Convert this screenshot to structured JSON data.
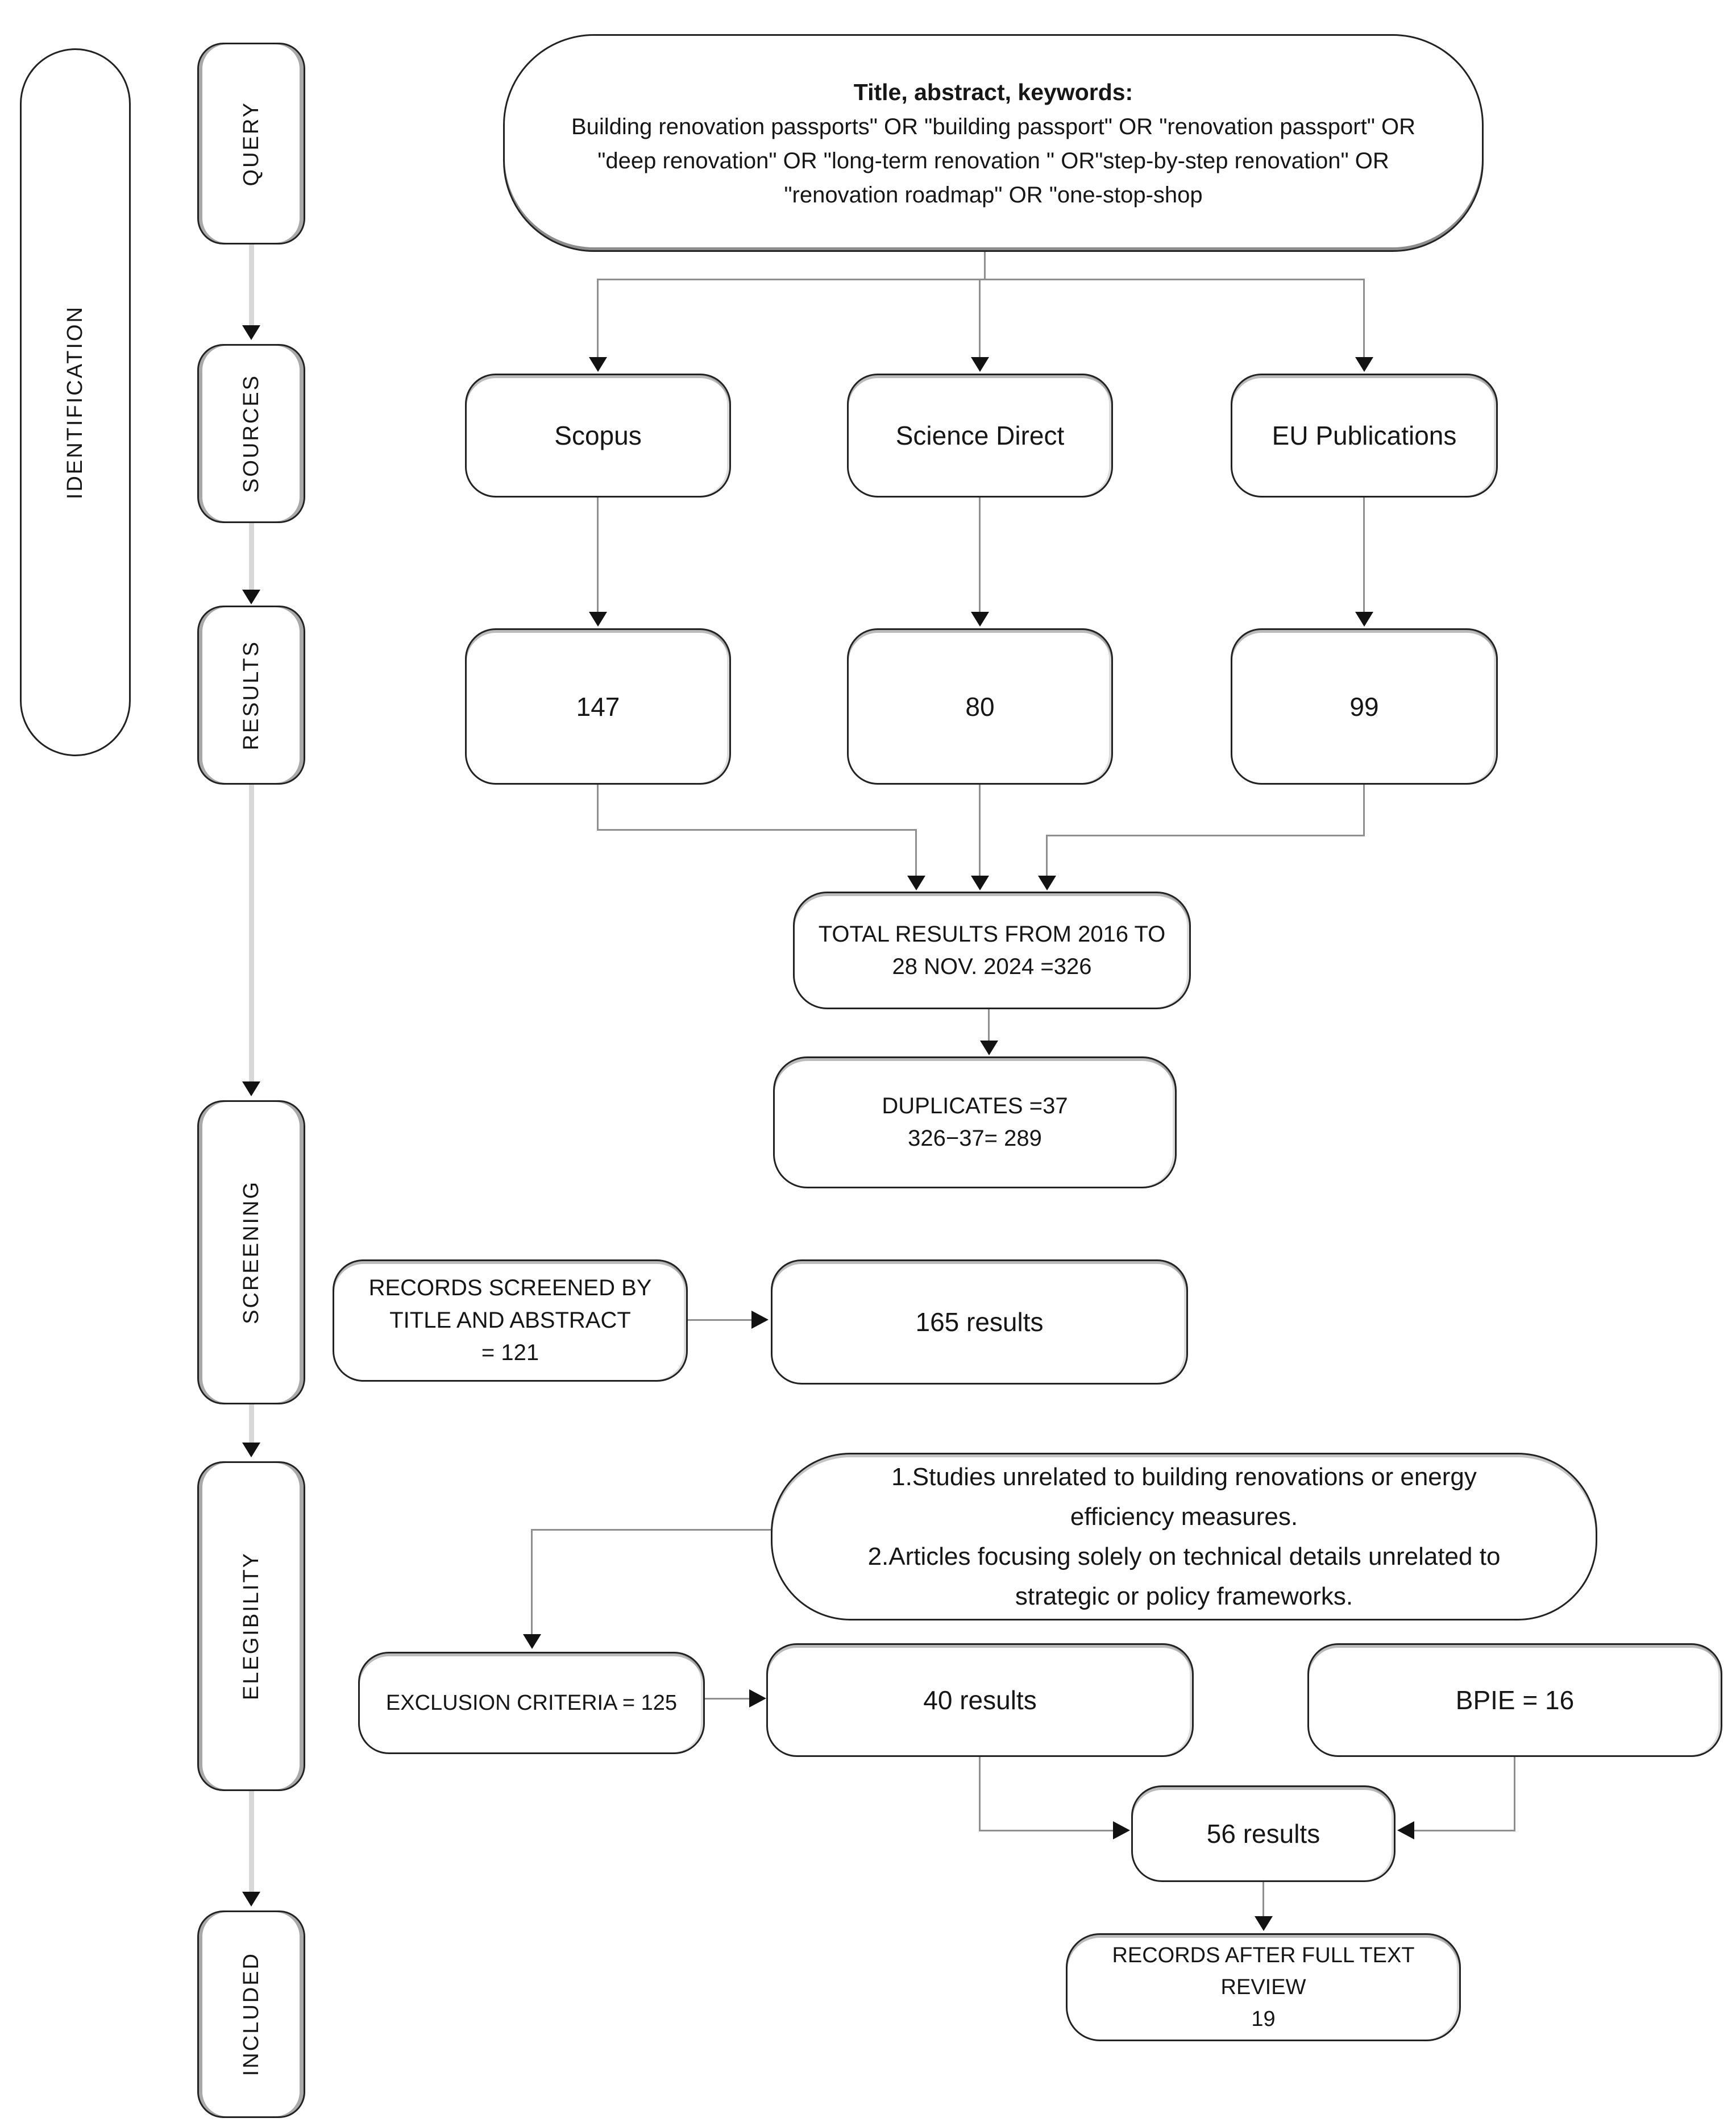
{
  "diagram": {
    "left_rail": {
      "identification": "IDENTIFICATION",
      "query": "QUERY",
      "sources": "SOURCES",
      "results": "RESULTS",
      "screening": "SCREENING",
      "elegibility": "ELEGIBILITY",
      "included": "INCLUDED"
    },
    "query_capsule": {
      "title": "Title, abstract, keywords:",
      "line1": "Building renovation passports\" OR \"building passport\" OR \"renovation passport\" OR",
      "line2": "\"deep renovation\" OR \"long-term renovation \" OR\"step-by-step renovation\" OR",
      "line3": "\"renovation roadmap\" OR \"one-stop-shop"
    },
    "source_boxes": {
      "scopus": "Scopus",
      "science_direct": "Science Direct",
      "eu_publications": "EU Publications"
    },
    "result_boxes": {
      "scopus_count": "147",
      "science_direct_count": "80",
      "eu_publications_count": "99"
    },
    "total_box": {
      "line1": "TOTAL RESULTS FROM 2016 TO",
      "line2": "28 NOV. 2024 =326"
    },
    "duplicates_box": {
      "line1": "DUPLICATES =37",
      "line2": "326−37= 289"
    },
    "screened_box": {
      "line1": "RECORDS SCREENED BY",
      "line2": "TITLE AND ABSTRACT",
      "line3": "= 121"
    },
    "screened_result_box": "165 results",
    "criteria_capsule": {
      "line1": "1.Studies unrelated to building renovations or energy",
      "line2": "efficiency measures.",
      "line3": "2.Articles focusing solely on technical details unrelated to",
      "line4": "strategic or policy frameworks."
    },
    "exclusion_box": "EXCLUSION CRITERIA = 125",
    "results40_box": "40 results",
    "bpie_box": "BPIE = 16",
    "results56_box": "56 results",
    "full_text_box": {
      "line1": "RECORDS AFTER FULL TEXT",
      "line2": "REVIEW",
      "line3": "19"
    }
  }
}
